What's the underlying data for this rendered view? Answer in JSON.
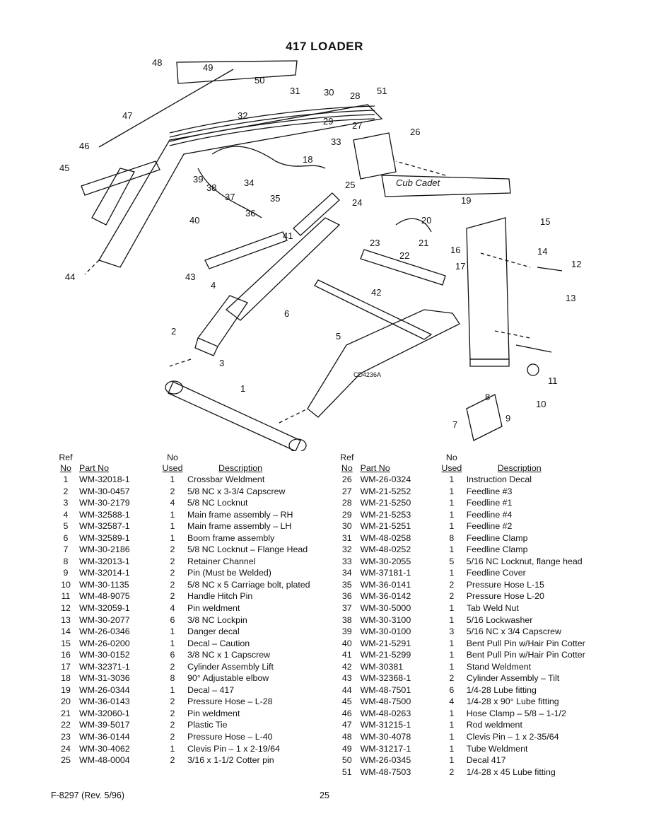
{
  "page": {
    "title": "417 LOADER",
    "footer_left": "F-8297 (Rev. 5/96)",
    "page_number": "25",
    "drawing_code": "CD4236A"
  },
  "headers": {
    "ref_top": "Ref",
    "ref_bottom": "No",
    "part": "Part No",
    "used_top": "No",
    "used_bottom": "Used",
    "desc": "Description"
  },
  "diagram_callouts": [
    "1",
    "2",
    "3",
    "4",
    "5",
    "6",
    "7",
    "8",
    "9",
    "10",
    "11",
    "12",
    "13",
    "14",
    "15",
    "16",
    "17",
    "18",
    "19",
    "20",
    "21",
    "22",
    "23",
    "24",
    "25",
    "26",
    "27",
    "28",
    "29",
    "30",
    "31",
    "32",
    "33",
    "34",
    "35",
    "36",
    "37",
    "38",
    "39",
    "40",
    "41",
    "42",
    "43",
    "44",
    "45",
    "46",
    "47",
    "48",
    "49",
    "50",
    "51"
  ],
  "parts_left": [
    {
      "ref": "1",
      "part": "WM-32018-1",
      "used": "1",
      "desc": "Crossbar Weldment"
    },
    {
      "ref": "2",
      "part": "WM-30-0457",
      "used": "2",
      "desc": "5/8 NC x 3-3/4 Capscrew"
    },
    {
      "ref": "3",
      "part": "WM-30-2179",
      "used": "4",
      "desc": "5/8 NC Locknut"
    },
    {
      "ref": "4",
      "part": "WM-32588-1",
      "used": "1",
      "desc": "Main frame assembly – RH"
    },
    {
      "ref": "5",
      "part": "WM-32587-1",
      "used": "1",
      "desc": "Main frame assembly – LH"
    },
    {
      "ref": "6",
      "part": "WM-32589-1",
      "used": "1",
      "desc": "Boom frame assembly"
    },
    {
      "ref": "7",
      "part": "WM-30-2186",
      "used": "2",
      "desc": "5/8 NC Locknut – Flange Head"
    },
    {
      "ref": "8",
      "part": "WM-32013-1",
      "used": "2",
      "desc": "Retainer Channel"
    },
    {
      "ref": "9",
      "part": "WM-32014-1",
      "used": "2",
      "desc": "Pin (Must be Welded)"
    },
    {
      "ref": "10",
      "part": "WM-30-1135",
      "used": "2",
      "desc": "5/8 NC x 5 Carriage bolt, plated"
    },
    {
      "ref": "11",
      "part": "WM-48-9075",
      "used": "2",
      "desc": "Handle Hitch Pin"
    },
    {
      "ref": "12",
      "part": "WM-32059-1",
      "used": "4",
      "desc": "Pin weldment"
    },
    {
      "ref": "13",
      "part": "WM-30-2077",
      "used": "6",
      "desc": "3/8 NC Lockpin"
    },
    {
      "ref": "14",
      "part": "WM-26-0346",
      "used": "1",
      "desc": "Danger decal"
    },
    {
      "ref": "15",
      "part": "WM-26-0200",
      "used": "1",
      "desc": "Decal – Caution"
    },
    {
      "ref": "16",
      "part": "WM-30-0152",
      "used": "6",
      "desc": "3/8 NC x 1 Capscrew"
    },
    {
      "ref": "17",
      "part": "WM-32371-1",
      "used": "2",
      "desc": "Cylinder Assembly Lift"
    },
    {
      "ref": "18",
      "part": "WM-31-3036",
      "used": "8",
      "desc": "90° Adjustable elbow"
    },
    {
      "ref": "19",
      "part": "WM-26-0344",
      "used": "1",
      "desc": "Decal – 417"
    },
    {
      "ref": "20",
      "part": "WM-36-0143",
      "used": "2",
      "desc": "Pressure Hose – L-28"
    },
    {
      "ref": "21",
      "part": "WM-32060-1",
      "used": "2",
      "desc": "Pin weldment"
    },
    {
      "ref": "22",
      "part": "WM-39-5017",
      "used": "2",
      "desc": "Plastic Tie"
    },
    {
      "ref": "23",
      "part": "WM-36-0144",
      "used": "2",
      "desc": "Pressure Hose – L-40"
    },
    {
      "ref": "24",
      "part": "WM-30-4062",
      "used": "1",
      "desc": "Clevis Pin – 1 x 2-19/64"
    },
    {
      "ref": "25",
      "part": "WM-48-0004",
      "used": "2",
      "desc": "3/16 x 1-1/2 Cotter pin"
    }
  ],
  "parts_right": [
    {
      "ref": "26",
      "part": "WM-26-0324",
      "used": "1",
      "desc": "Instruction Decal"
    },
    {
      "ref": "27",
      "part": "WM-21-5252",
      "used": "1",
      "desc": "Feedline #3"
    },
    {
      "ref": "28",
      "part": "WM-21-5250",
      "used": "1",
      "desc": "Feedline #1"
    },
    {
      "ref": "29",
      "part": "WM-21-5253",
      "used": "1",
      "desc": "Feedline #4"
    },
    {
      "ref": "30",
      "part": "WM-21-5251",
      "used": "1",
      "desc": "Feedline #2"
    },
    {
      "ref": "31",
      "part": "WM-48-0258",
      "used": "8",
      "desc": "Feedline Clamp"
    },
    {
      "ref": "32",
      "part": "WM-48-0252",
      "used": "1",
      "desc": "Feedline Clamp"
    },
    {
      "ref": "33",
      "part": "WM-30-2055",
      "used": "5",
      "desc": "5/16 NC Locknut, flange head"
    },
    {
      "ref": "34",
      "part": "WM-37181-1",
      "used": "1",
      "desc": "Feedline Cover"
    },
    {
      "ref": "35",
      "part": "WM-36-0141",
      "used": "2",
      "desc": "Pressure Hose L-15"
    },
    {
      "ref": "36",
      "part": "WM-36-0142",
      "used": "2",
      "desc": "Pressure Hose L-20"
    },
    {
      "ref": "37",
      "part": "WM-30-5000",
      "used": "1",
      "desc": "Tab Weld Nut"
    },
    {
      "ref": "38",
      "part": "WM-30-3100",
      "used": "1",
      "desc": "5/16 Lockwasher"
    },
    {
      "ref": "39",
      "part": "WM-30-0100",
      "used": "3",
      "desc": "5/16 NC x 3/4 Capscrew"
    },
    {
      "ref": "40",
      "part": "WM-21-5291",
      "used": "1",
      "desc": "Bent Pull Pin w/Hair Pin Cotter"
    },
    {
      "ref": "41",
      "part": "WM-21-5299",
      "used": "1",
      "desc": "Bent Pull Pin w/Hair Pin Cotter"
    },
    {
      "ref": "42",
      "part": "WM-30381",
      "used": "1",
      "desc": "Stand Weldment"
    },
    {
      "ref": "43",
      "part": "WM-32368-1",
      "used": "2",
      "desc": "Cylinder Assembly – Tilt"
    },
    {
      "ref": "44",
      "part": "WM-48-7501",
      "used": "6",
      "desc": "1/4-28 Lube fitting"
    },
    {
      "ref": "45",
      "part": "WM-48-7500",
      "used": "4",
      "desc": "1/4-28 x 90° Lube fitting"
    },
    {
      "ref": "46",
      "part": "WM-48-0263",
      "used": "1",
      "desc": "Hose Clamp – 5/8 – 1-1/2"
    },
    {
      "ref": "47",
      "part": "WM-31215-1",
      "used": "1",
      "desc": "Rod weldment"
    },
    {
      "ref": "48",
      "part": "WM-30-4078",
      "used": "1",
      "desc": "Clevis Pin – 1 x 2-35/64"
    },
    {
      "ref": "49",
      "part": "WM-31217-1",
      "used": "1",
      "desc": "Tube Weldment"
    },
    {
      "ref": "50",
      "part": "WM-26-0345",
      "used": "1",
      "desc": "Decal 417"
    },
    {
      "ref": "51",
      "part": "WM-48-7503",
      "used": "2",
      "desc": "1/4-28 x 45 Lube fitting"
    }
  ],
  "decal_text": "Cub Cadet"
}
